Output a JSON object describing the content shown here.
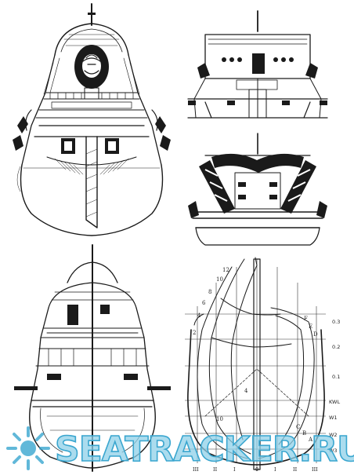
{
  "watermark": {
    "text": "SEATRACKER.RU",
    "color": "#8fd0e8",
    "outline": "#3aa6cf"
  },
  "body_plan": {
    "frame_numbers": [
      "12",
      "10",
      "8",
      "6",
      "4",
      "2",
      "F",
      "E",
      "D",
      "C",
      "B",
      "A",
      "4",
      "10"
    ],
    "waterline_labels": [
      "0.3",
      "0.2",
      "0.1",
      "KWL",
      "W1",
      "W2",
      "W3"
    ],
    "section_labels": [
      "III",
      "II",
      "I",
      "0",
      "I",
      "II",
      "III"
    ]
  },
  "icons": [
    "wave-icon",
    "ship-stern-drawing",
    "ship-bow-drawing",
    "ship-section-drawing"
  ]
}
